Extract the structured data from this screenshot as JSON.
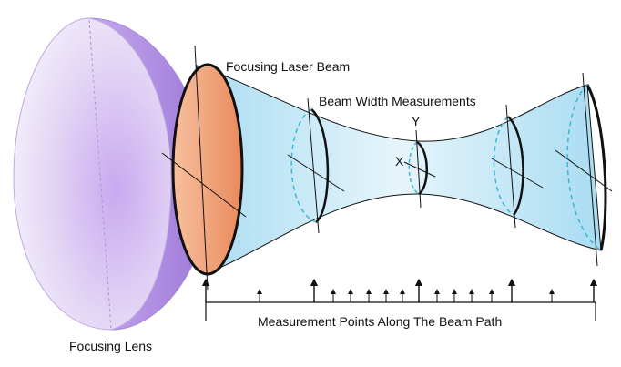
{
  "labels": {
    "focusing_laser_beam": "Focusing Laser Beam",
    "beam_width_measurements": "Beam Width Measurements",
    "axis_y": "Y",
    "axis_x": "X",
    "measurement_points": "Measurement Points Along The Beam Path",
    "focusing_lens": "Focusing Lens"
  },
  "colors": {
    "lens_fill": "#d9c8f2",
    "lens_edge": "#b494e0",
    "beam_fill": "#bfe6f5",
    "beam_entry": "#f0a27a",
    "dashed": "#39b6d8",
    "line": "#111111"
  }
}
